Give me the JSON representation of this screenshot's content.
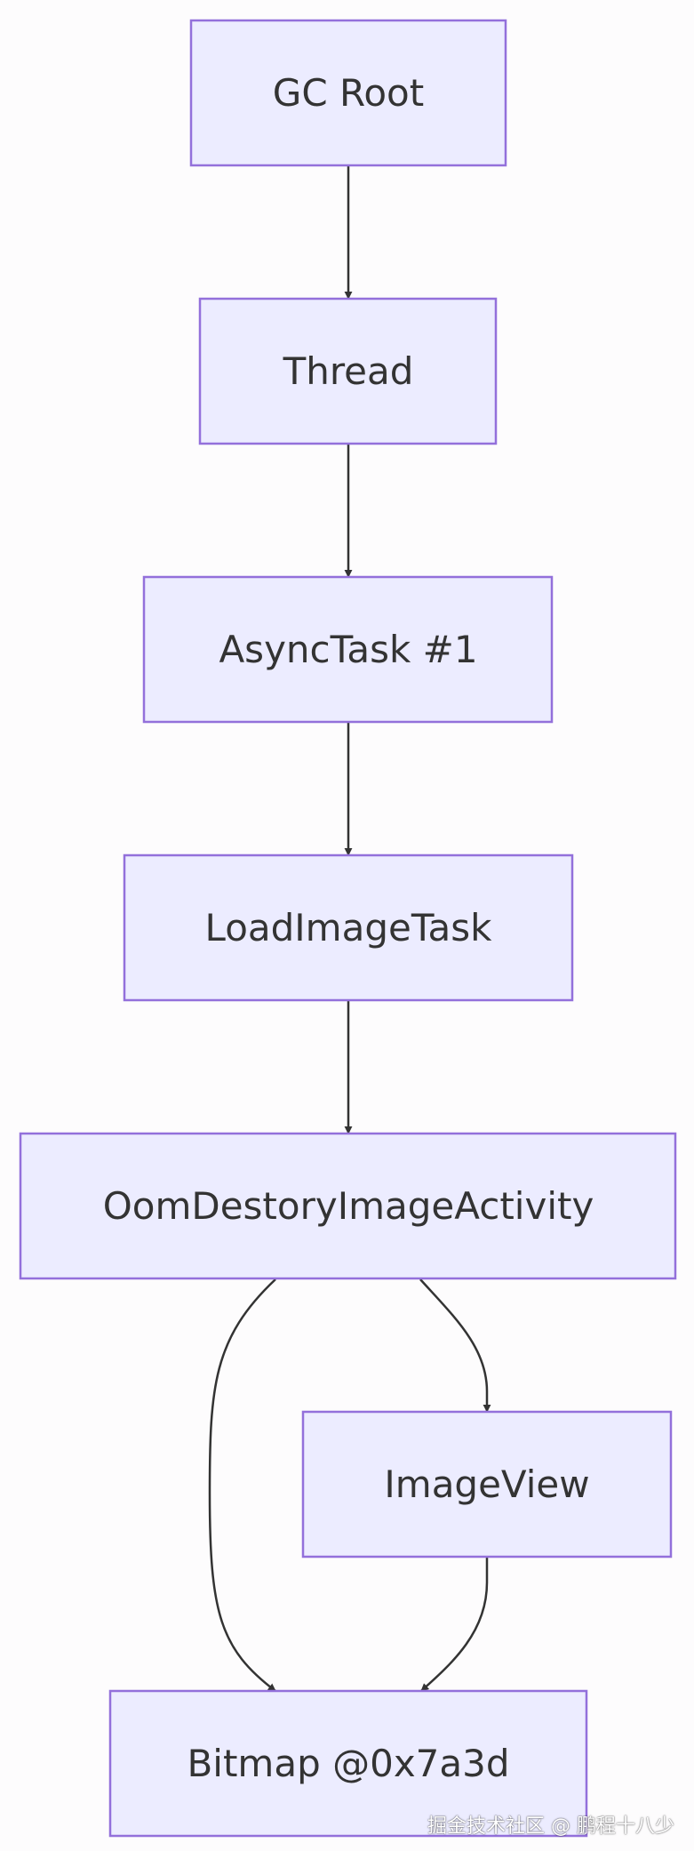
{
  "diagram": {
    "type": "flowchart-top-down",
    "colors": {
      "node_fill": "#ececff",
      "node_border": "#9370db",
      "edge": "#333333",
      "text": "#333333"
    },
    "nodes": {
      "gc_root": "GC Root",
      "thread": "Thread",
      "async_task": "AsyncTask #1",
      "load_image_task": "LoadImageTask",
      "activity": "OomDestoryImageActivity",
      "image_view": "ImageView",
      "bitmap": "Bitmap @0x7a3d"
    },
    "edges": [
      {
        "from": "GC Root",
        "to": "Thread"
      },
      {
        "from": "Thread",
        "to": "AsyncTask #1"
      },
      {
        "from": "AsyncTask #1",
        "to": "LoadImageTask"
      },
      {
        "from": "LoadImageTask",
        "to": "OomDestoryImageActivity"
      },
      {
        "from": "OomDestoryImageActivity",
        "to": "ImageView"
      },
      {
        "from": "OomDestoryImageActivity",
        "to": "Bitmap @0x7a3d"
      },
      {
        "from": "ImageView",
        "to": "Bitmap @0x7a3d"
      }
    ]
  },
  "watermark": "掘金技术社区 @ 鹏程十八少"
}
